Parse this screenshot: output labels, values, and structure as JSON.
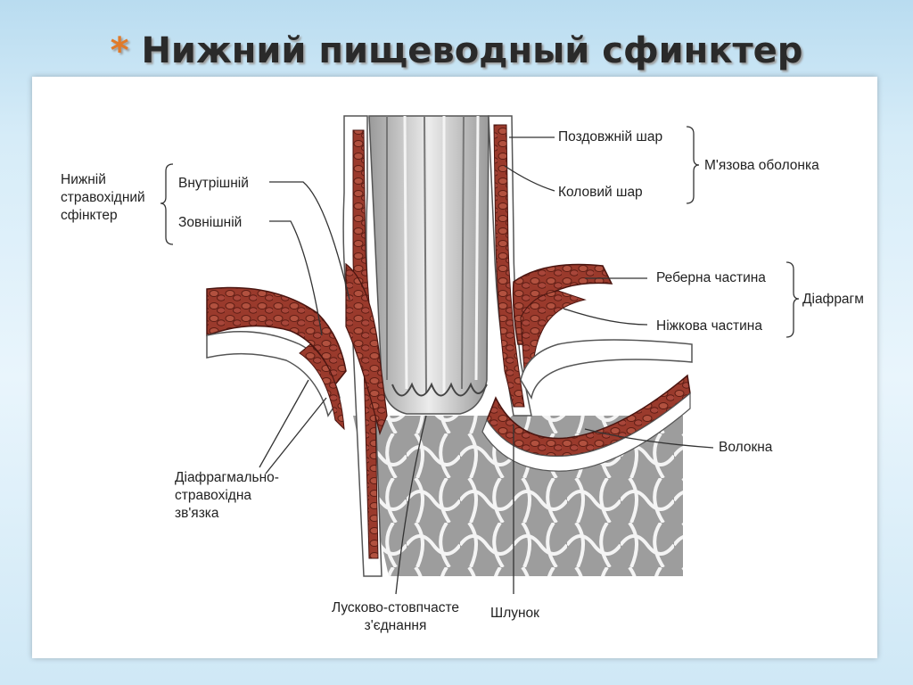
{
  "slide": {
    "bullet": "*",
    "title": "Нижний пищеводный сфинктер"
  },
  "labels": {
    "sphincter_group": [
      "Нижній",
      "стравохідний",
      "сфінктер"
    ],
    "inner": "Внутрішній",
    "outer": "Зовнішній",
    "longitudinal": "Поздовжній шар",
    "circular": "Коловий шар",
    "muscular_coat": "М'язова оболонка",
    "costal_part": "Реберна частина",
    "crural_part": "Ніжкова частина",
    "diaphragm": "Діафрагм",
    "fibers": "Волокна",
    "ligament": [
      "Діафрагмально-",
      "стравохідна",
      "зв'язка"
    ],
    "junction": [
      "Лусково-стовпчасте",
      "з'єднання"
    ],
    "stomach": "Шлунок"
  },
  "colors": {
    "muscle": "#9a3a2c",
    "muscle_dark": "#6e2218",
    "muscle_light": "#c47a66",
    "mucosa": "#d9d9d9",
    "accent": "#e07a2a"
  }
}
